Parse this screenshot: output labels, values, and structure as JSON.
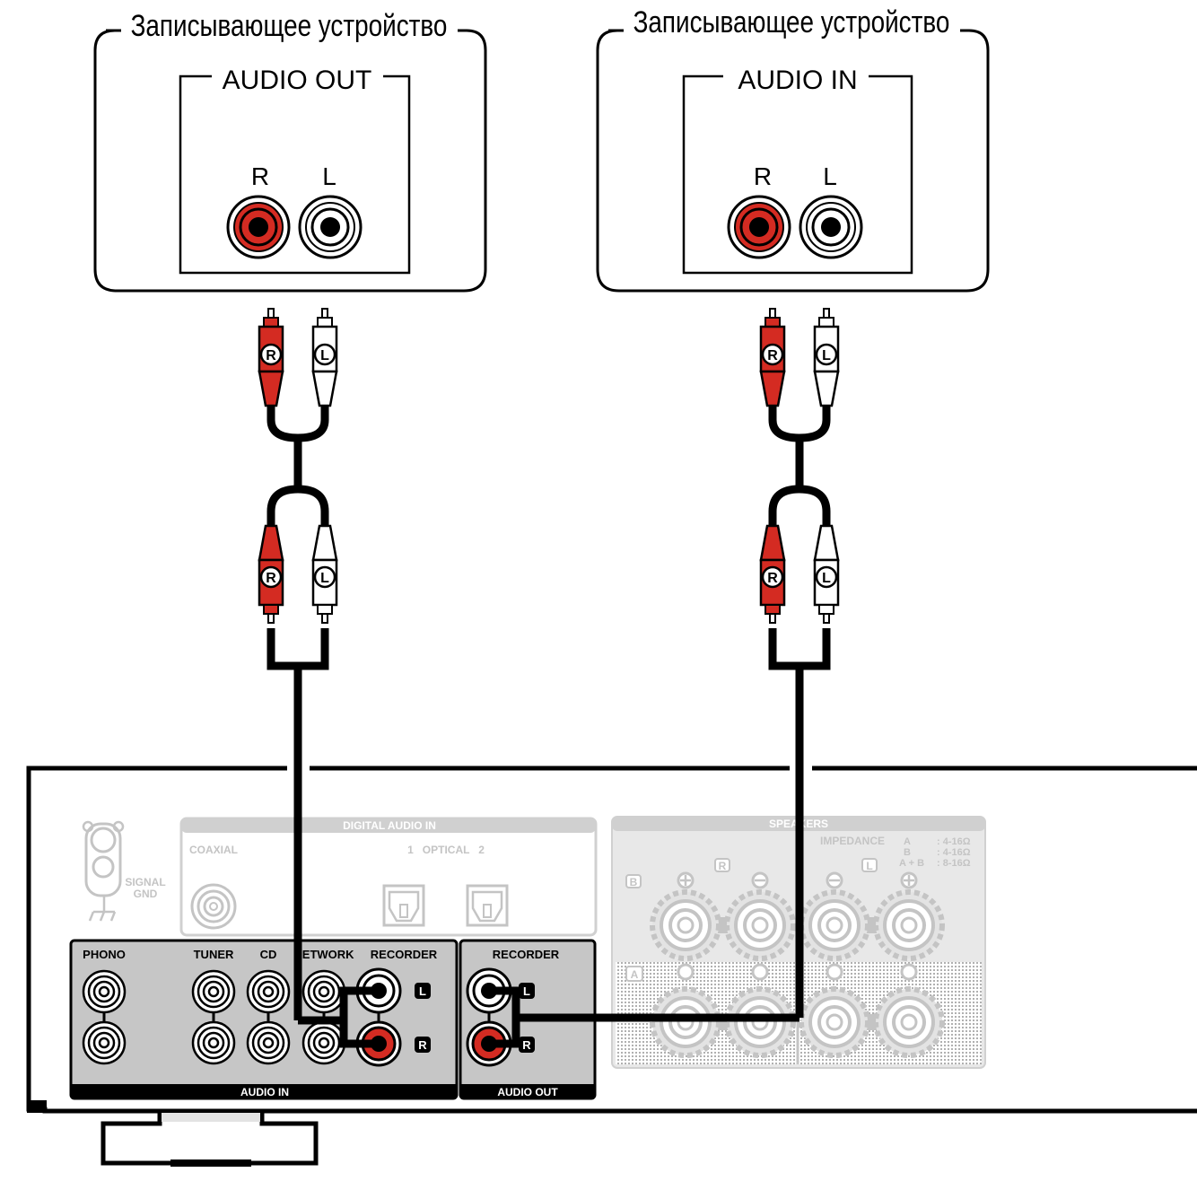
{
  "devices": [
    {
      "title": "Записывающее устройство",
      "panel_label": "AUDIO OUT",
      "jack_r": "R",
      "jack_l": "L"
    },
    {
      "title": "Записывающее устройство",
      "panel_label": "AUDIO IN",
      "jack_r": "R",
      "jack_l": "L"
    }
  ],
  "plug_letters": {
    "r": "R",
    "l": "L"
  },
  "amp": {
    "signal_gnd": [
      "SIGNAL",
      "GND"
    ],
    "digital": {
      "title": "DIGITAL AUDIO IN",
      "coaxial": "COAXIAL",
      "optical": "1   OPTICAL   2"
    },
    "speakers": {
      "title": "SPEAKERS",
      "impedance": "IMPEDANCE",
      "imp_rows": [
        {
          "k": "A",
          "v": ": 4-16Ω"
        },
        {
          "k": "B",
          "v": ": 4-16Ω"
        },
        {
          "k": "A + B",
          "v": ": 8-16Ω"
        }
      ],
      "badges": {
        "b": "B",
        "r": "R",
        "l": "L",
        "a": "A"
      }
    },
    "audio_in": {
      "footer": "AUDIO IN",
      "inputs": [
        "PHONO",
        "TUNER",
        "CD",
        "NETWORK",
        "RECORDER"
      ],
      "side_l": "L",
      "side_r": "R"
    },
    "audio_out": {
      "footer": "AUDIO OUT",
      "input": "RECORDER"
    }
  },
  "colors": {
    "red": "#d42b22",
    "black": "#000000",
    "gray": "#c4c4c4",
    "light_gray": "#e3e3e3"
  }
}
